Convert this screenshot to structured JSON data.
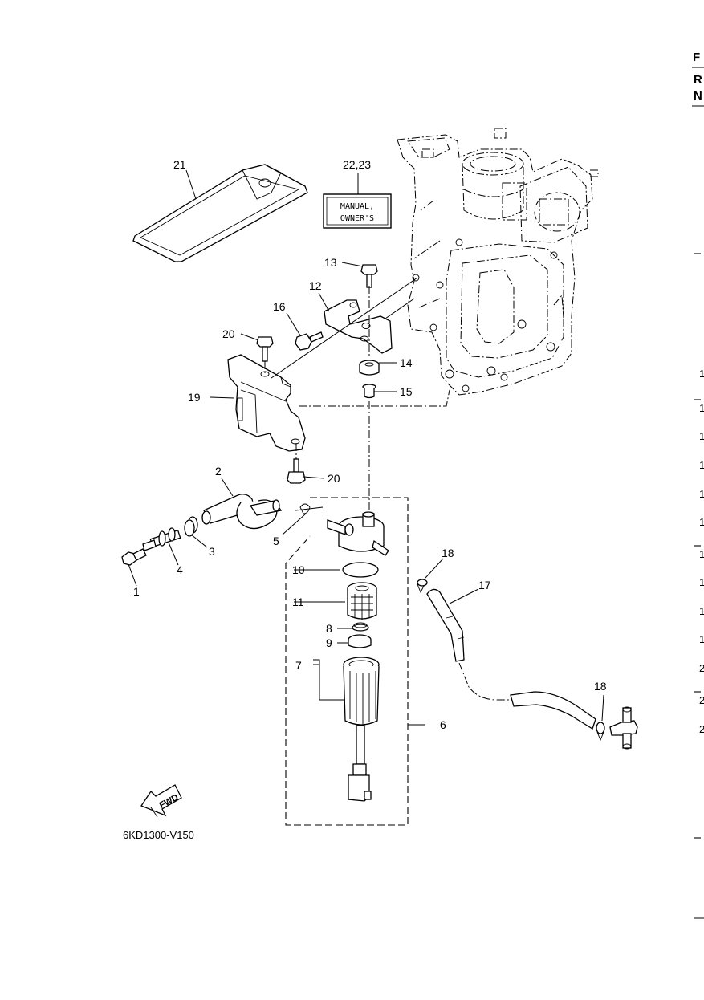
{
  "diagram": {
    "code": "6KD1300-V150",
    "fwd_label": "FWD",
    "manual_line1": "MANUAL,",
    "manual_line2": "OWNER'S",
    "callouts": {
      "c1": "1",
      "c2": "2",
      "c3": "3",
      "c4": "4",
      "c5": "5",
      "c6": "6",
      "c7": "7",
      "c8": "8",
      "c9": "9",
      "c10": "10",
      "c11": "11",
      "c12": "12",
      "c13": "13",
      "c14": "14",
      "c15": "15",
      "c16": "16",
      "c17": "17",
      "c18a": "18",
      "c18b": "18",
      "c19": "19",
      "c20a": "20",
      "c20b": "20",
      "c21": "21",
      "c22": "22,23"
    }
  },
  "edge_text": {
    "t1": "F",
    "t2": "R",
    "t3": "N",
    "r1": "1",
    "r2": "1",
    "r3": "1",
    "r4": "1",
    "r5": "1",
    "r6": "1",
    "r7": "1",
    "r8": "1",
    "r9": "1",
    "r10": "1",
    "r11": "2",
    "r12": "2",
    "r13": "2"
  }
}
